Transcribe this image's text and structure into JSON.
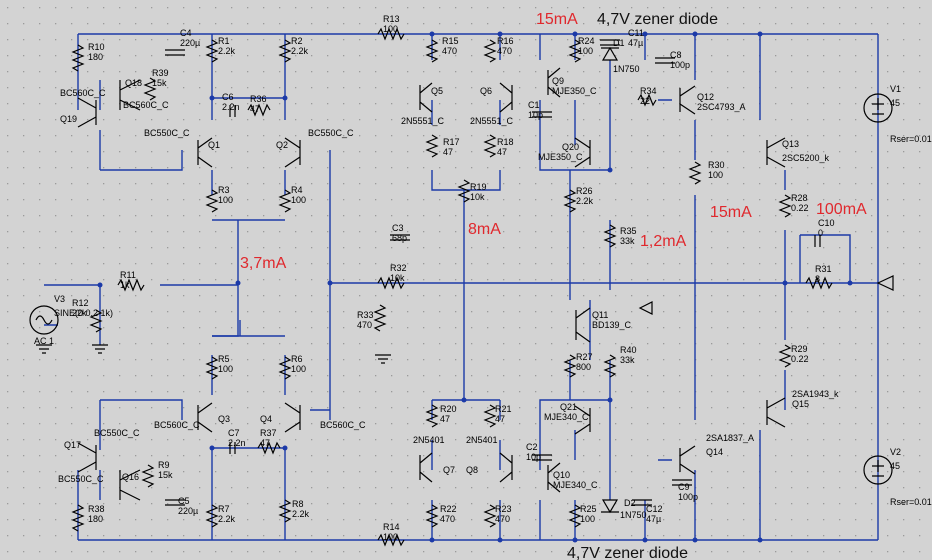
{
  "colors": {
    "background": "#d3d3d3",
    "grid_dots": "#9a9a9a",
    "wire": "#1c3aa8",
    "component": "#000000",
    "annotation_red": "#e0282d",
    "annotation_black": "#111111"
  },
  "annotations": {
    "current_15mA_top": "15mA",
    "zener_top": "4,7V zener diode",
    "current_8mA": "8mA",
    "current_3_7mA": "3,7mA",
    "current_1_2mA": "1,2mA",
    "current_15mA_right": "15mA",
    "current_100mA": "100mA",
    "zener_bottom": "4,7V zener diode"
  },
  "components": [
    {
      "id": "R10",
      "value": "180"
    },
    {
      "id": "R39",
      "value": "15k"
    },
    {
      "id": "C4",
      "value": "220µ"
    },
    {
      "id": "R1",
      "value": "2.2k"
    },
    {
      "id": "R2",
      "value": "2.2k"
    },
    {
      "id": "R13",
      "value": "100"
    },
    {
      "id": "R15",
      "value": "470"
    },
    {
      "id": "R16",
      "value": "470"
    },
    {
      "id": "R24",
      "value": "100"
    },
    {
      "id": "D1",
      "value": "1N750"
    },
    {
      "id": "C11",
      "value": "47µ"
    },
    {
      "id": "C8",
      "value": "100p"
    },
    {
      "id": "V1",
      "value": "45",
      "extra": "Rser=0.01"
    },
    {
      "id": "Q18",
      "value": "BC560C_C"
    },
    {
      "id": "Q19",
      "value": "BC560C_C"
    },
    {
      "id": "C6",
      "value": "2.2n"
    },
    {
      "id": "R36",
      "value": "47"
    },
    {
      "id": "Q5",
      "value": "2N5551_C"
    },
    {
      "id": "Q6",
      "value": "2N5551_C"
    },
    {
      "id": "Q9",
      "value": "MJE350_C"
    },
    {
      "id": "C1",
      "value": "10p"
    },
    {
      "id": "R34",
      "value": "22"
    },
    {
      "id": "Q12",
      "value": "2SC4793_A"
    },
    {
      "id": "Q1",
      "value": "BC550C_C"
    },
    {
      "id": "Q2",
      "value": "BC550C_C"
    },
    {
      "id": "R17",
      "value": "47"
    },
    {
      "id": "R18",
      "value": "47"
    },
    {
      "id": "Q20",
      "value": "MJE350_C"
    },
    {
      "id": "Q13",
      "value": "2SC5200_k"
    },
    {
      "id": "R30",
      "value": "100"
    },
    {
      "id": "R3",
      "value": "100"
    },
    {
      "id": "R4",
      "value": "100"
    },
    {
      "id": "R19",
      "value": "10k"
    },
    {
      "id": "R26",
      "value": "2.2k"
    },
    {
      "id": "R28",
      "value": "0.22"
    },
    {
      "id": "R35",
      "value": "33k"
    },
    {
      "id": "C3",
      "value": "68p"
    },
    {
      "id": "C10",
      "value": "0"
    },
    {
      "id": "R32",
      "value": "10k"
    },
    {
      "id": "R31",
      "value": "8"
    },
    {
      "id": "R11",
      "value": "1k"
    },
    {
      "id": "V3",
      "value": "SINE(0 0.2 1k)",
      "extra": "AC 1"
    },
    {
      "id": "R12",
      "value": "22k"
    },
    {
      "id": "R33",
      "value": "470"
    },
    {
      "id": "Q11",
      "value": "BD139_C"
    },
    {
      "id": "R5",
      "value": "100"
    },
    {
      "id": "R6",
      "value": "100"
    },
    {
      "id": "R27",
      "value": "800"
    },
    {
      "id": "R40",
      "value": "33k"
    },
    {
      "id": "R29",
      "value": "0.22"
    },
    {
      "id": "Q3",
      "value": "BC560C_C"
    },
    {
      "id": "Q4",
      "value": "BC560C_C"
    },
    {
      "id": "R20",
      "value": "47"
    },
    {
      "id": "R21",
      "value": "47"
    },
    {
      "id": "Q21",
      "value": "MJE340_C"
    },
    {
      "id": "Q15",
      "value": "2SA1943_k"
    },
    {
      "id": "C7",
      "value": "2.2n"
    },
    {
      "id": "R37",
      "value": "47"
    },
    {
      "id": "Q7",
      "value": "2N5401"
    },
    {
      "id": "Q8",
      "value": "2N5401"
    },
    {
      "id": "C2",
      "value": "10p"
    },
    {
      "id": "Q14",
      "value": "2SA1837_A"
    },
    {
      "id": "Q17",
      "value": "BC550C_C"
    },
    {
      "id": "Q16",
      "value": "BC550C_C"
    },
    {
      "id": "R9",
      "value": "15k"
    },
    {
      "id": "Q10",
      "value": "MJE340_C"
    },
    {
      "id": "R22",
      "value": "470"
    },
    {
      "id": "R23",
      "value": "470"
    },
    {
      "id": "R25",
      "value": "100"
    },
    {
      "id": "D2",
      "value": "1N750"
    },
    {
      "id": "C12",
      "value": "47µ"
    },
    {
      "id": "C9",
      "value": "100p"
    },
    {
      "id": "R38",
      "value": "180"
    },
    {
      "id": "C5",
      "value": "220µ"
    },
    {
      "id": "R7",
      "value": "2.2k"
    },
    {
      "id": "R8",
      "value": "2.2k"
    },
    {
      "id": "R14",
      "value": "100"
    },
    {
      "id": "V2",
      "value": "45",
      "extra": "Rser=0.01"
    }
  ]
}
